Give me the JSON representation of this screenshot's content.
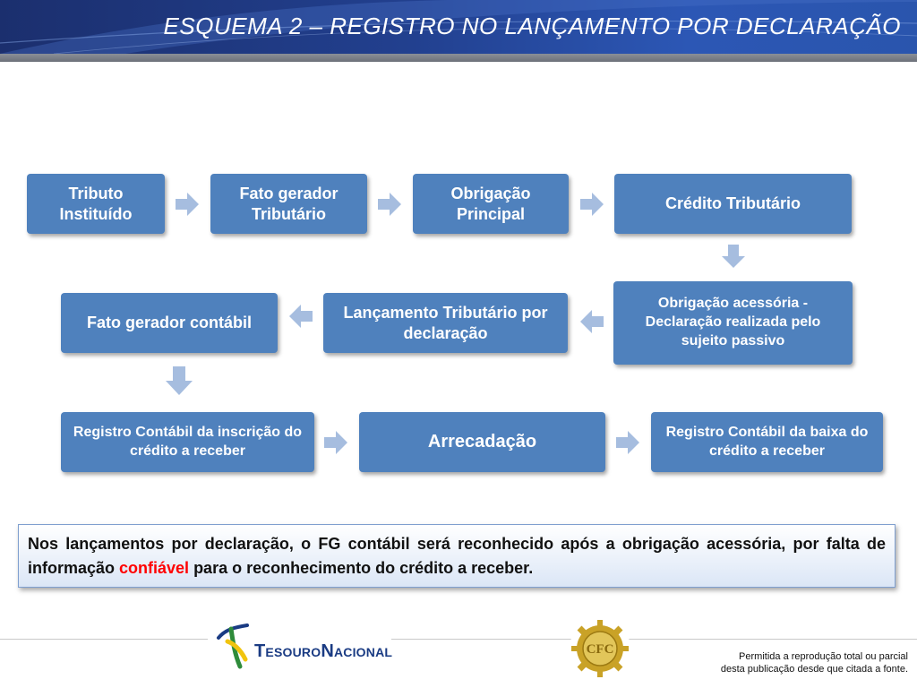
{
  "header": {
    "title": "ESQUEMA 2 – REGISTRO NO LANÇAMENTO POR DECLARAÇÃO"
  },
  "diagram": {
    "row1": {
      "box1": "Tributo Instituído",
      "box2": "Fato gerador Tributário",
      "box3": "Obrigação Principal",
      "box4": "Crédito Tributário"
    },
    "row2": {
      "box5": "Obrigação acessória - Declaração realizada pelo sujeito passivo",
      "box6": "Lançamento Tributário por declaração",
      "box7": "Fato gerador contábil"
    },
    "row3": {
      "box8": "Registro Contábil da inscrição do crédito a receber",
      "box9": "Arrecadação",
      "box10": "Registro Contábil da baixa do crédito a receber"
    },
    "colors": {
      "box_fill": "#4f81bd",
      "arrow_fill": "#a6bddf",
      "highlight": "#ff0000"
    }
  },
  "note": {
    "part1": "Nos lançamentos por declaração, o FG contábil  será reconhecido após a obrigação acessória, por falta de informação ",
    "highlight": "confiável",
    "part2": " para o reconhecimento do crédito a receber."
  },
  "footer": {
    "logo_text_1": "T",
    "logo_text_2": "ESOURO",
    "logo_text_3": "N",
    "logo_text_4": "ACIONAL",
    "seal_text": "CFC",
    "line1": "Permitida a reprodução total ou parcial",
    "line2": "desta publicação desde que citada a fonte."
  }
}
